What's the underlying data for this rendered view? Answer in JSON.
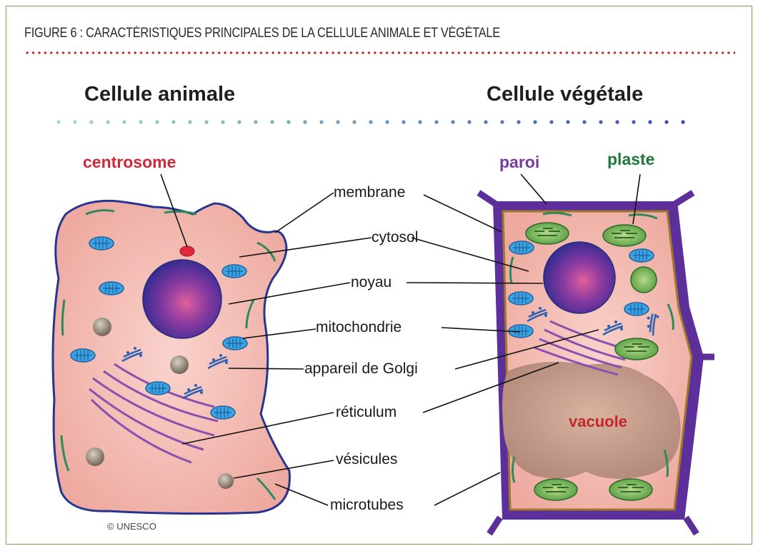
{
  "figure": {
    "title": "FIGURE 6 : CARACTÉRISTIQUES PRINCIPALES DE LA CELLULE ANIMALE ET VÉGÉTALE"
  },
  "headings": {
    "animal": "Cellule animale",
    "plant": "Cellule végétale"
  },
  "labels": {
    "centrosome": "centrosome",
    "membrane": "membrane",
    "cytosol": "cytosol",
    "noyau": "noyau",
    "mitochondrie": "mitochondrie",
    "golgi": "appareil de Golgi",
    "reticulum": "réticulum",
    "vesicules": "vésicules",
    "microtubes": "microtubes",
    "paroi": "paroi",
    "plaste": "plaste",
    "vacuole": "vacuole"
  },
  "copyright": "© UNESCO",
  "colors": {
    "title_rule": "#b52a2a",
    "centrosome": "#d0283a",
    "paroi": "#7a3c9a",
    "plaste": "#1e7a3c",
    "vacuole": "#c0282c"
  }
}
